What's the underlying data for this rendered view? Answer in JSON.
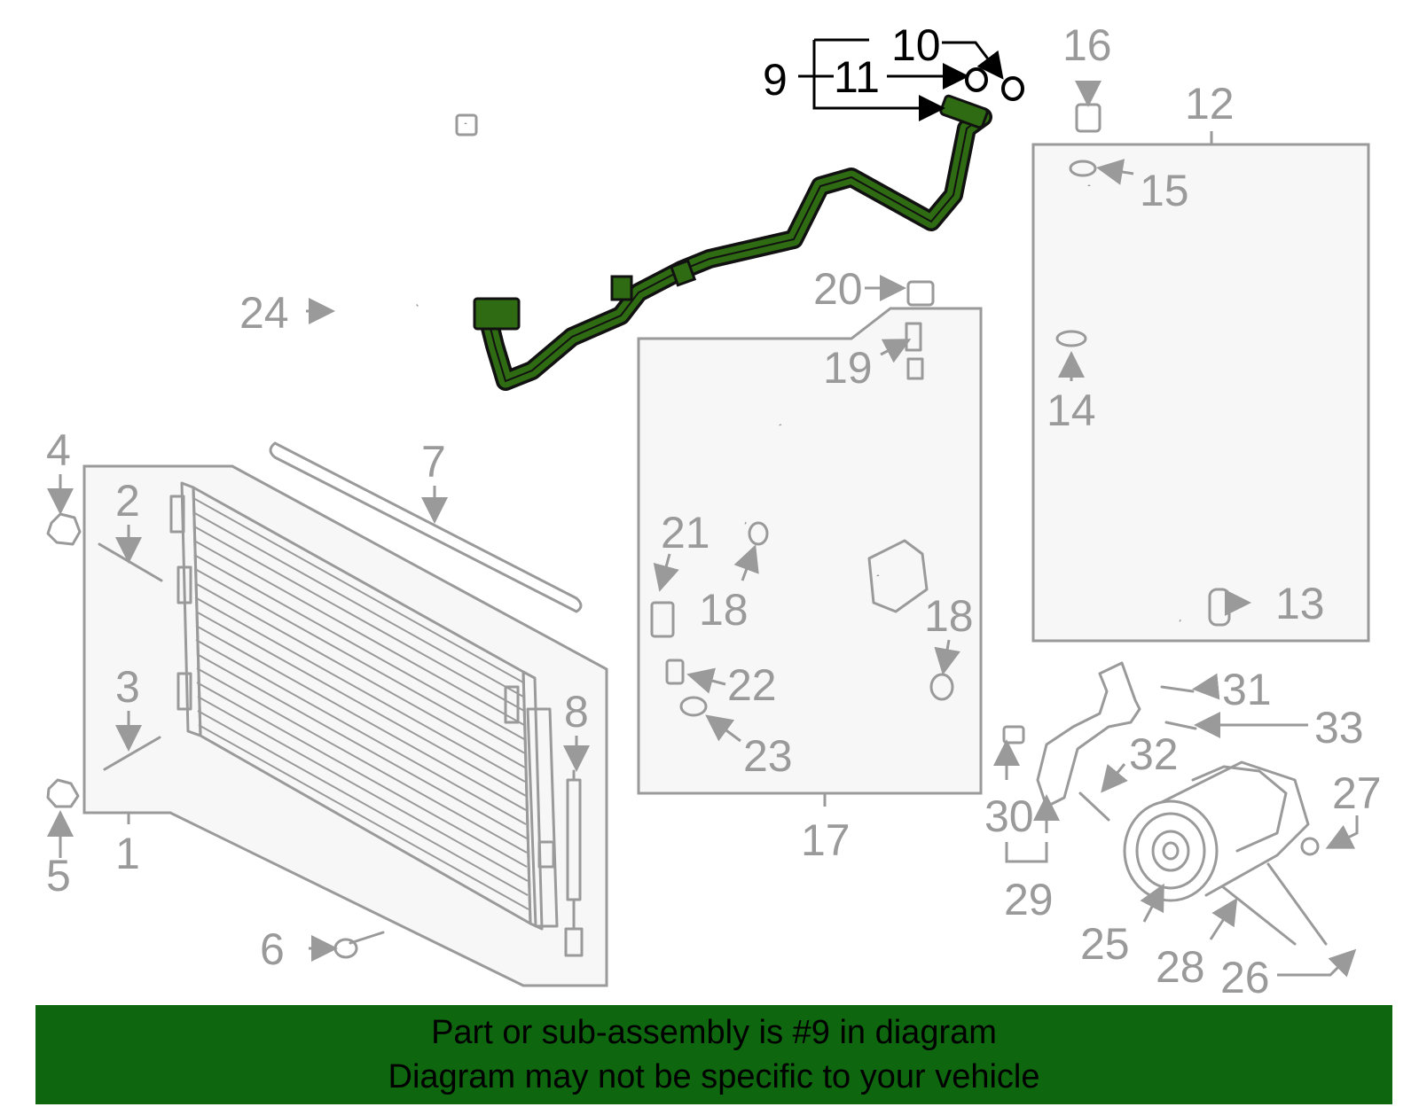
{
  "callouts": {
    "n1": "1",
    "n2": "2",
    "n3": "3",
    "n4": "4",
    "n5": "5",
    "n6": "6",
    "n7": "7",
    "n8": "8",
    "n9": "9",
    "n10": "10",
    "n11": "11",
    "n12": "12",
    "n13": "13",
    "n14": "14",
    "n15": "15",
    "n16": "16",
    "n17": "17",
    "n18a": "18",
    "n18b": "18",
    "n19": "19",
    "n20": "20",
    "n21": "21",
    "n22": "22",
    "n23": "23",
    "n24": "24",
    "n25": "25",
    "n26": "26",
    "n27": "27",
    "n28": "28",
    "n29": "29",
    "n30": "30",
    "n31": "31",
    "n32": "32",
    "n33": "33"
  },
  "highlighted_part": "9",
  "colors": {
    "highlight_fill": "#2e6b12",
    "banner": "#0e660e",
    "ghost": "#9a9a9a"
  },
  "banner": {
    "line1": "Part or sub-assembly is #9 in diagram",
    "line2": "Diagram may not be specific to your vehicle"
  }
}
